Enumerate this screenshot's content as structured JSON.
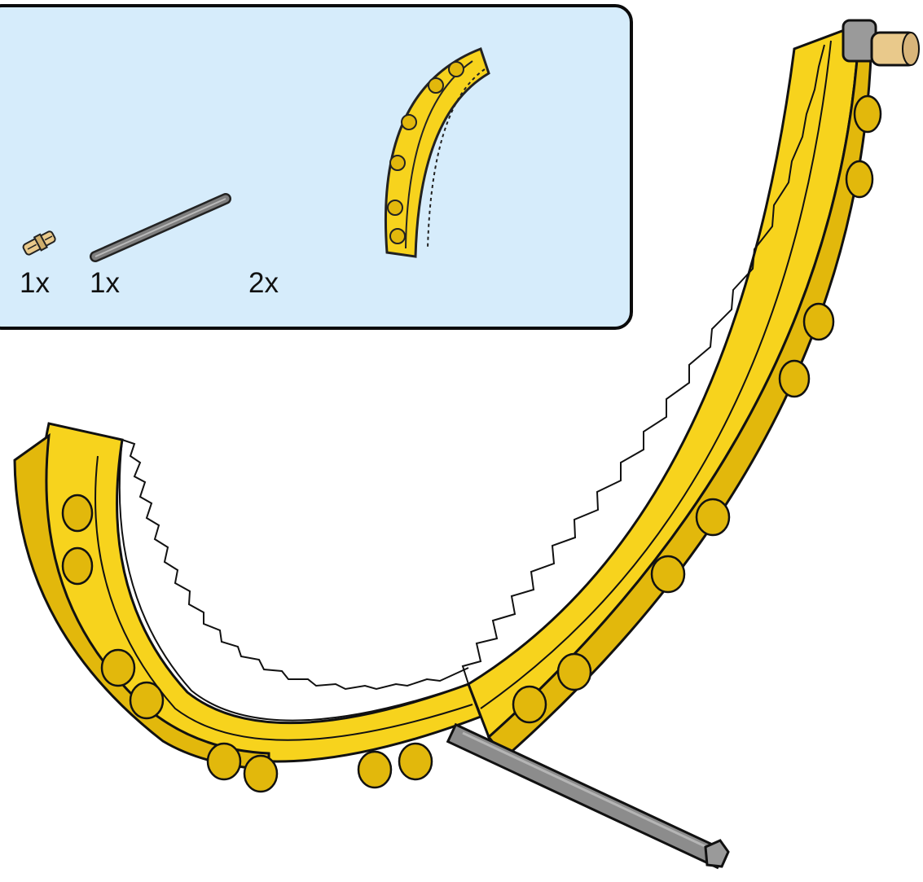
{
  "parts_list": {
    "items": [
      {
        "part": "pin-with-friction-icon",
        "quantity": "1x"
      },
      {
        "part": "axle-icon",
        "quantity": "1x"
      },
      {
        "part": "curved-gear-rack-icon",
        "quantity": "2x"
      }
    ]
  },
  "model": {
    "parts": [
      "curved-gear-rack-icon",
      "curved-gear-rack-icon",
      "axle-icon",
      "pin-with-friction-icon"
    ]
  },
  "colors": {
    "panel_background": "#d6ecfb",
    "panel_border": "#0b0b0b",
    "part_yellow": "#f7d31d",
    "part_yellow_shade": "#e2b80c",
    "axle_gray": "#8c8c8c",
    "pin_tan": "#e9c98b"
  }
}
